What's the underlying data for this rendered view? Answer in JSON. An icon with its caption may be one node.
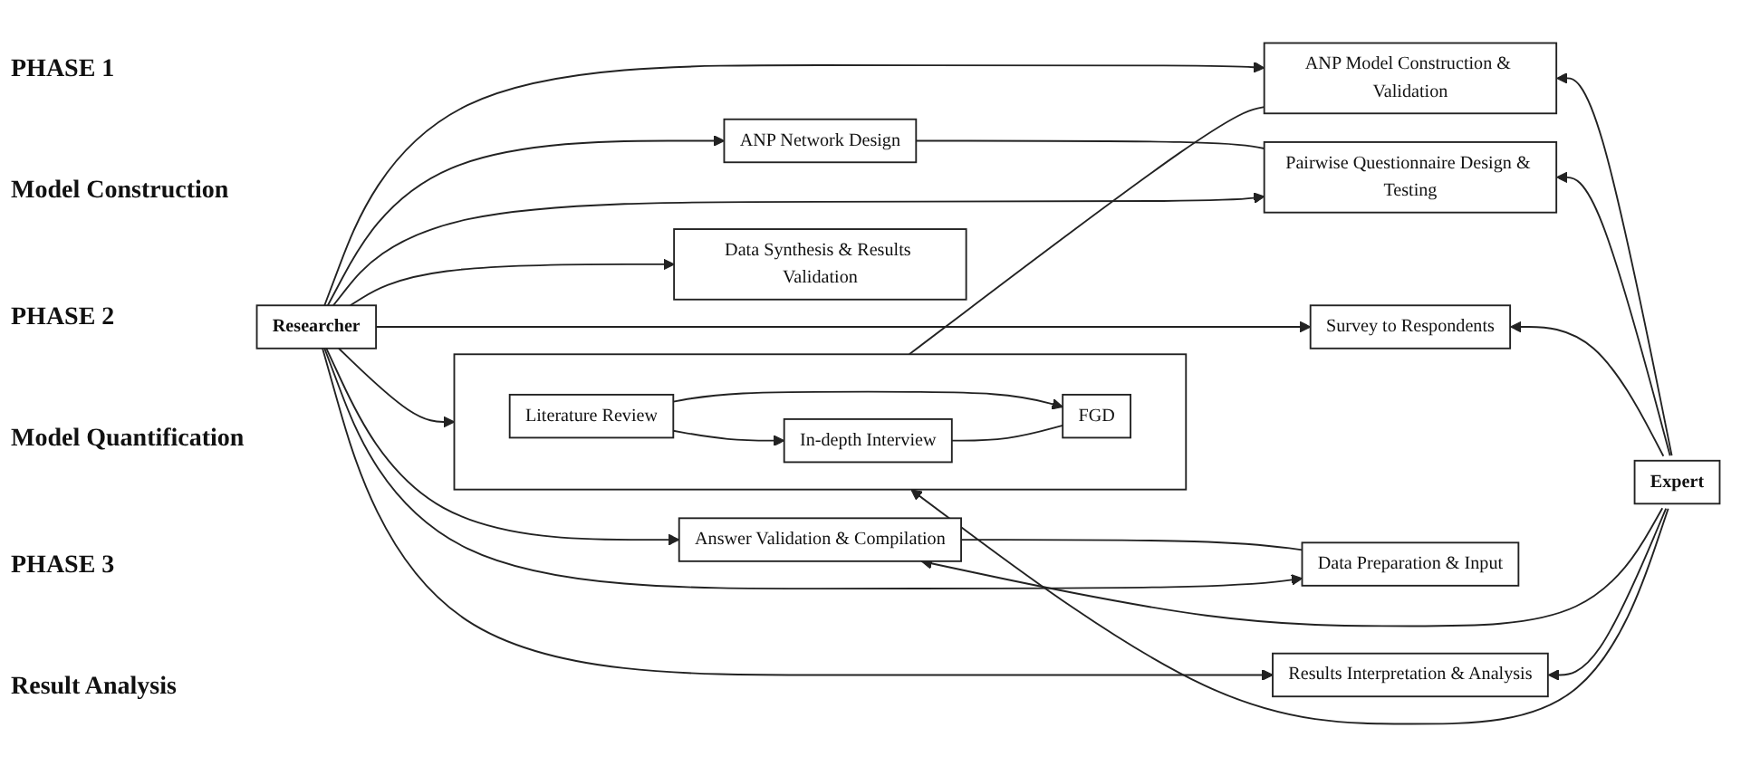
{
  "diagram": {
    "nodes": [
      {
        "text": [
          "Researcher"
        ]
      },
      {
        "text": [],
        "shape": "box"
      },
      {
        "text": [
          "Literature Review"
        ],
        "in": 1
      },
      {
        "text": [
          "In-depth Interview"
        ],
        "in": 1
      },
      {
        "text": [
          "FGD"
        ],
        "in": 1
      },
      {
        "text": [
          "ANP Model Construction & Validation"
        ]
      },
      {
        "text": [
          "ANP Network Design"
        ]
      },
      {
        "text": [
          "Pairwise Questionnaire Design & Testing"
        ]
      },
      {
        "text": [
          "Survey to Respondents"
        ]
      },
      {
        "text": [
          "Answer Validation & Compilation"
        ]
      },
      {
        "text": [
          "Data Preparation & Input"
        ]
      },
      {
        "text": [
          "Data Synthesis & Results Validation"
        ]
      },
      {
        "text": [
          "Results Interpretation & Analysis"
        ]
      },
      {
        "text": [
          "Expert"
        ]
      }
    ],
    "edges": [
      {
        "from": 2,
        "to": 3,
        "arrow": "to"
      },
      {
        "from": 2,
        "to": 4,
        "arrow": "to"
      },
      {
        "from": 3,
        "to": 4,
        "arrow": "none"
      },
      {
        "from": 1,
        "to": 5,
        "arrow": "none"
      },
      {
        "from": 6,
        "to": 7,
        "arrow": "none"
      },
      {
        "from": 9,
        "to": 10,
        "arrow": "none"
      },
      {
        "from": 0,
        "to": 1,
        "arrow": "to"
      },
      {
        "from": 0,
        "to": 5,
        "arrow": "to"
      },
      {
        "from": 0,
        "to": 6,
        "arrow": "to"
      },
      {
        "from": 0,
        "to": 7,
        "arrow": "to"
      },
      {
        "from": 0,
        "to": 8,
        "arrow": "to"
      },
      {
        "from": 0,
        "to": 9,
        "arrow": "to"
      },
      {
        "from": 0,
        "to": 10,
        "arrow": "to"
      },
      {
        "from": 0,
        "to": 11,
        "arrow": "to"
      },
      {
        "from": 0,
        "to": 12,
        "arrow": "to"
      },
      {
        "from": 13,
        "to": 1,
        "arrow": "to"
      },
      {
        "from": 13,
        "to": 5,
        "arrow": "to"
      },
      {
        "from": 13,
        "to": 7,
        "arrow": "to"
      },
      {
        "from": 13,
        "to": 8,
        "arrow": "to"
      },
      {
        "from": 13,
        "to": 9,
        "arrow": "to"
      },
      {
        "from": 13,
        "to": 12,
        "arrow": "to"
      }
    ],
    "labels": [
      "PHASE 1",
      "Model Construction",
      "PHASE 2",
      "Model Quantification",
      "PHASE 3",
      "Result Analysis"
    ]
  }
}
